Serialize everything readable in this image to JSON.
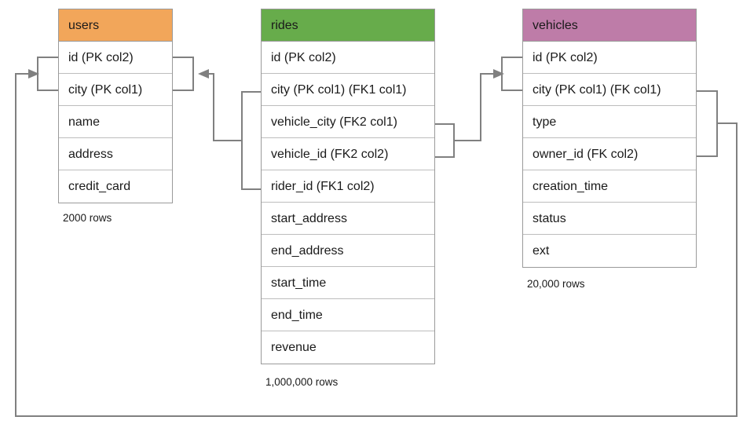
{
  "diagram": {
    "title": "database-schema-er-diagram",
    "colors": {
      "users_header": "#f2a65a",
      "rides_header": "#67ac4b",
      "vehicles_header": "#be7ca8",
      "border": "#9a9a9a",
      "row_divider": "#bdbdbd",
      "connector": "#808080",
      "background": "#ffffff",
      "text": "#1a1a1a"
    },
    "tables": [
      {
        "id": "users",
        "name": "users",
        "row_count_label": "2000 rows",
        "columns": [
          {
            "label": "id (PK col2)"
          },
          {
            "label": "city (PK col1)"
          },
          {
            "label": "name"
          },
          {
            "label": "address"
          },
          {
            "label": "credit_card"
          }
        ]
      },
      {
        "id": "rides",
        "name": "rides",
        "row_count_label": "1,000,000 rows",
        "columns": [
          {
            "label": "id (PK col2)"
          },
          {
            "label": "city (PK col1) (FK1 col1)"
          },
          {
            "label": "vehicle_city (FK2 col1)"
          },
          {
            "label": "vehicle_id (FK2 col2)"
          },
          {
            "label": "rider_id (FK1 col2)"
          },
          {
            "label": "start_address"
          },
          {
            "label": "end_address"
          },
          {
            "label": "start_time"
          },
          {
            "label": "end_time"
          },
          {
            "label": "revenue"
          }
        ]
      },
      {
        "id": "vehicles",
        "name": "vehicles",
        "row_count_label": "20,000 rows",
        "columns": [
          {
            "label": "id (PK col2)"
          },
          {
            "label": "city (PK col1) (FK col1)"
          },
          {
            "label": "type"
          },
          {
            "label": "owner_id (FK col2)"
          },
          {
            "label": "creation_time"
          },
          {
            "label": "status"
          },
          {
            "label": "ext"
          }
        ]
      }
    ],
    "relationships": [
      {
        "name": "rides-fk1-to-users",
        "from_table": "rides",
        "from_columns": [
          "city (PK col1) (FK1 col1)",
          "rider_id (FK1 col2)"
        ],
        "to_table": "users",
        "to_columns": [
          "id (PK col2)",
          "city (PK col1)"
        ],
        "direction": "rides-to-users"
      },
      {
        "name": "rides-fk2-to-vehicles",
        "from_table": "rides",
        "from_columns": [
          "vehicle_city (FK2 col1)",
          "vehicle_id (FK2 col2)"
        ],
        "to_table": "vehicles",
        "to_columns": [
          "id (PK col2)",
          "city (PK col1) (FK col1)"
        ],
        "direction": "rides-to-vehicles"
      },
      {
        "name": "vehicles-fk-to-users",
        "from_table": "vehicles",
        "from_columns": [
          "city (PK col1) (FK col1)",
          "owner_id (FK col2)"
        ],
        "to_table": "users",
        "to_columns": [
          "id (PK col2)",
          "city (PK col1)"
        ],
        "direction": "vehicles-to-users"
      }
    ]
  }
}
